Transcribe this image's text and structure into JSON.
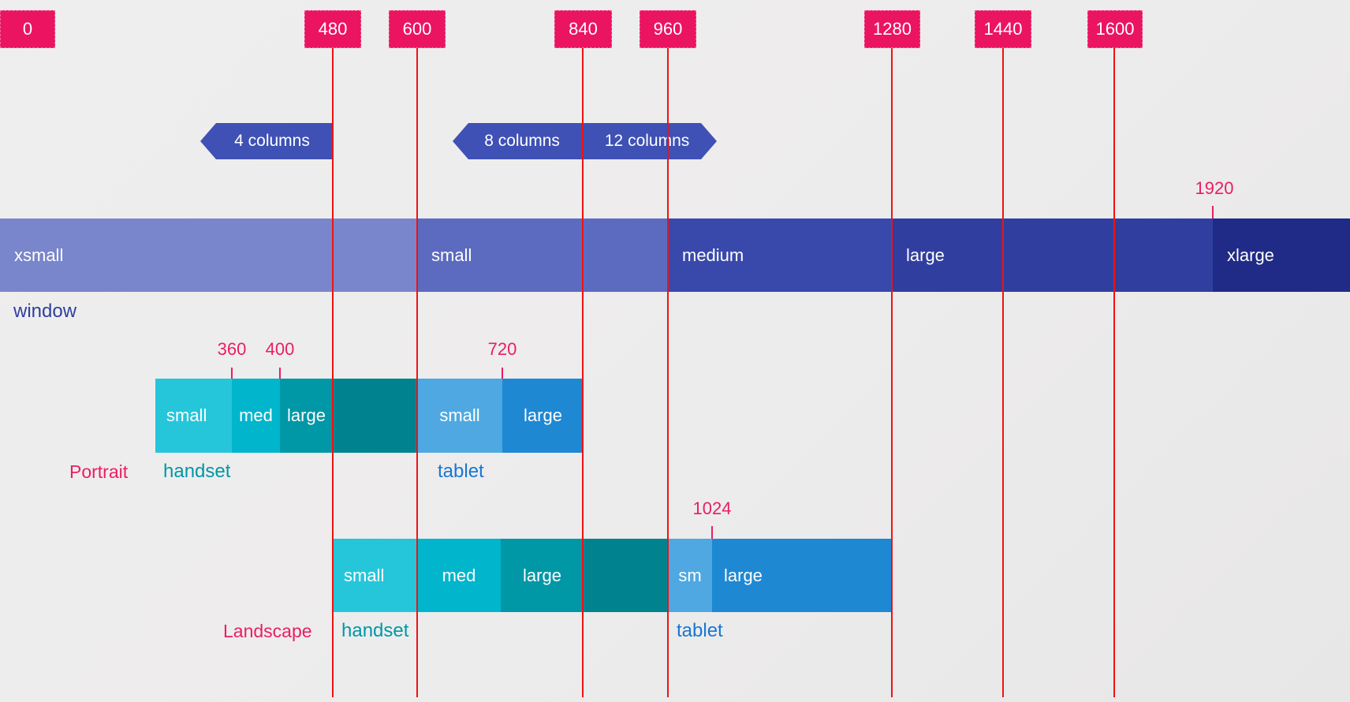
{
  "colors": {
    "background": "#EDECEC",
    "breakpoint_badge": "#EB1460",
    "breakpoint_line": "#F01212",
    "pink_text": "#E91E63",
    "column_badge": "#3F51B5",
    "window_segments": [
      "#7986CB",
      "#5C6BC0",
      "#3949AB",
      "#303F9F",
      "#202B87"
    ],
    "handset_segments": [
      "#26C6DA",
      "#00B5CC",
      "#0097A7",
      "#00838F"
    ],
    "tablet_segments": [
      "#4FA8E1",
      "#1F88D2"
    ],
    "window_caption_text": "#303F9F",
    "handset_caption_text": "#0097A7",
    "tablet_caption_text": "#1976D2",
    "bar_text": "#FFFFFF"
  },
  "ruler": {
    "badges": [
      {
        "label": "0"
      },
      {
        "label": "480"
      },
      {
        "label": "600"
      },
      {
        "label": "840"
      },
      {
        "label": "960"
      },
      {
        "label": "1280"
      },
      {
        "label": "1440"
      },
      {
        "label": "1600"
      }
    ]
  },
  "columns": {
    "four": "4 columns",
    "eight": "8 columns",
    "twelve": "12 columns"
  },
  "window": {
    "caption": "window",
    "segments": [
      {
        "label": "xsmall"
      },
      {
        "label": "small"
      },
      {
        "label": "medium"
      },
      {
        "label": "large"
      },
      {
        "label": "xlarge"
      }
    ],
    "max_tick": "1920"
  },
  "portrait": {
    "section_label": "Portrait",
    "ticks": [
      {
        "label": "360"
      },
      {
        "label": "400"
      },
      {
        "label": "720"
      }
    ],
    "handset": {
      "caption": "handset",
      "segments": [
        {
          "label": "small"
        },
        {
          "label": "med"
        },
        {
          "label": "large"
        },
        {
          "label": ""
        }
      ]
    },
    "tablet": {
      "caption": "tablet",
      "segments": [
        {
          "label": "small"
        },
        {
          "label": "large"
        }
      ]
    }
  },
  "landscape": {
    "section_label": "Landscape",
    "ticks": [
      {
        "label": "1024"
      }
    ],
    "handset": {
      "caption": "handset",
      "segments": [
        {
          "label": "small"
        },
        {
          "label": "med"
        },
        {
          "label": "large"
        },
        {
          "label": ""
        }
      ]
    },
    "tablet": {
      "caption": "tablet",
      "segments": [
        {
          "label": "sm"
        },
        {
          "label": "large"
        }
      ]
    }
  }
}
